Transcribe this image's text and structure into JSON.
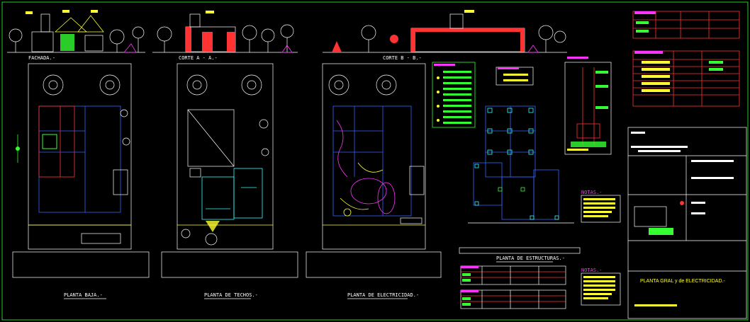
{
  "sheet": {
    "title": "PLANTA GRAL y de ELECTRICIDAD.-",
    "colors": {
      "background": "#000000",
      "line": "#ffffff",
      "walls": "#3366ff",
      "electric": "#ff3333",
      "text": "#ffff33",
      "accent": "#ff33ff",
      "fill": "#33ff33",
      "cyan": "#33ffff"
    }
  },
  "elevations": {
    "facade": "FACHADA.-",
    "section_a": "CORTE A - A.-",
    "section_b": "CORTE B - B.-"
  },
  "plans": {
    "ground_floor": "PLANTA BAJA.-",
    "roofs": "PLANTA DE TECHOS.-",
    "electricity": "PLANTA DE ELECTRICIDAD.-",
    "structures": "PLANTA DE ESTRUCTURAS.-"
  },
  "tags": {
    "notes": "NOTAS.-"
  }
}
